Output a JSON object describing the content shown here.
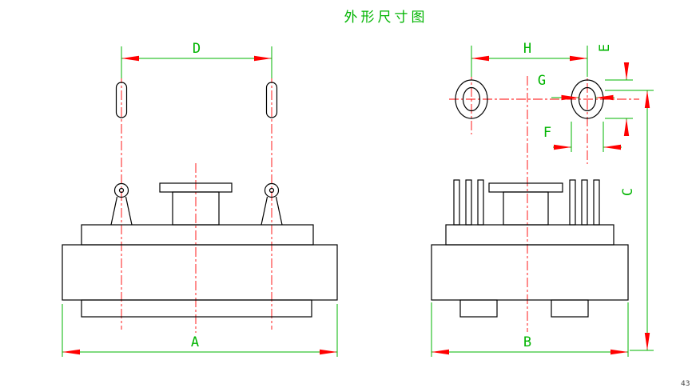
{
  "title": "外形尺寸图",
  "corner_mark": "43",
  "colors": {
    "outline": "#000000",
    "dimension": "#00b400",
    "centerline": "#ff0000",
    "background": "#ffffff"
  },
  "labels": {
    "A": "A",
    "B": "B",
    "C": "C",
    "D": "D",
    "E": "E",
    "F": "F",
    "G": "G",
    "H": "H"
  }
}
